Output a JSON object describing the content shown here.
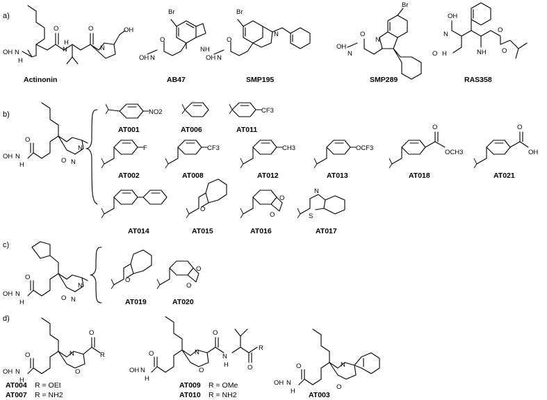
{
  "sections": {
    "a": "a)",
    "b": "b)",
    "c": "c)",
    "d": "d)"
  },
  "atoms": {
    "oh": "OH",
    "h": "H",
    "o": "O",
    "n": "N",
    "nh": "NH",
    "br": "Br",
    "f": "F",
    "s": "S",
    "no2": "NO2",
    "cf3": "CF3",
    "ch3": "CH3",
    "ocf3": "OCF3",
    "och3": "OCH3",
    "r": "R"
  },
  "compounds": {
    "actinonin": "Actinonin",
    "ab47": "AB47",
    "smp195": "SMP195",
    "smp289": "SMP289",
    "ras358": "RAS358",
    "at001": "AT001",
    "at006": "AT006",
    "at011": "AT011",
    "at002": "AT002",
    "at008": "AT008",
    "at012": "AT012",
    "at013": "AT013",
    "at018": "AT018",
    "at021": "AT021",
    "at014": "AT014",
    "at015": "AT015",
    "at016": "AT016",
    "at017": "AT017",
    "at019": "AT019",
    "at020": "AT020",
    "at004": "AT004",
    "at007": "AT007",
    "at009": "AT009",
    "at010": "AT010",
    "at003": "AT003"
  },
  "r_groups": {
    "at004": "R = OEt",
    "at007": "R = NH2",
    "at009": "R = OMe",
    "at010": "R = NH2"
  }
}
